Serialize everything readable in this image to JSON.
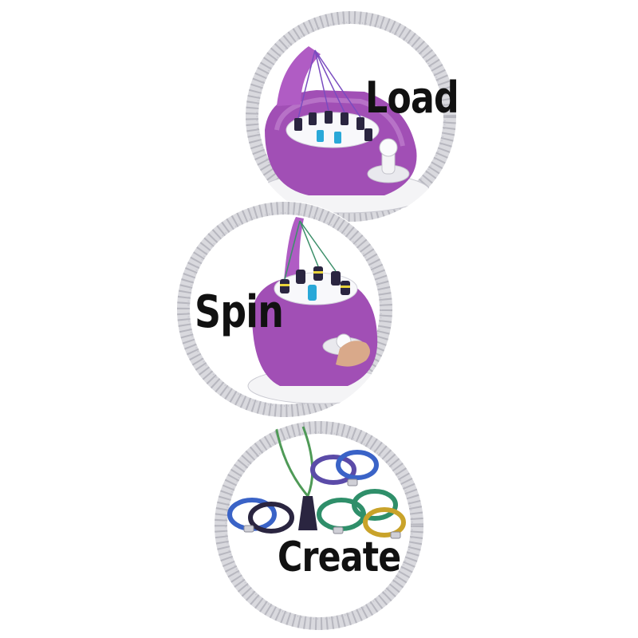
{
  "steps": [
    {
      "label": "Load"
    },
    {
      "label": "Spin"
    },
    {
      "label": "Create"
    }
  ],
  "colors": {
    "ring_base": "#d9d9de",
    "ring_speckle": "#9a9aa6",
    "machine_purple": "#a14fb5",
    "machine_light": "#e9c8f0",
    "base_white": "#f4f4f6",
    "bead_dark": "#2a2540",
    "accent_blue": "#2aa8d8"
  }
}
